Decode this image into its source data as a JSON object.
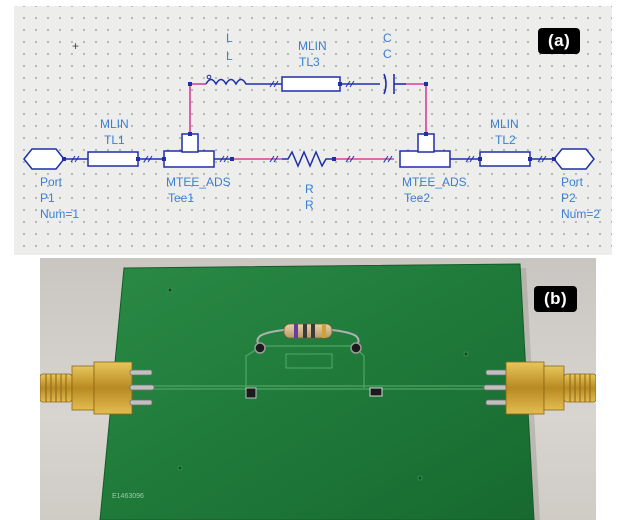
{
  "panel_a": {
    "badge": "(a)",
    "labels": {
      "mlin_tl1_type": "MLIN",
      "mlin_tl1_name": "TL1",
      "mlin_tl3_type": "MLIN",
      "mlin_tl3_name": "TL3",
      "mlin_tl2_type": "MLIN",
      "mlin_tl2_name": "TL2",
      "inductor_type": "L",
      "inductor_name": "L",
      "capacitor_type": "C",
      "capacitor_name": "C",
      "resistor_type": "R",
      "resistor_name": "R",
      "tee1_type": "MTEE_ADS",
      "tee1_name": "Tee1",
      "tee2_type": "MTEE_ADS",
      "tee2_name": "Tee2",
      "port1_type": "Port",
      "port1_name": "P1",
      "port1_num": "Num=1",
      "port2_type": "Port",
      "port2_name": "P2",
      "port2_num": "Num=2"
    },
    "colors": {
      "wire": "#d8409a",
      "component": "#1e2fa8",
      "label": "#3a7fd3"
    }
  },
  "panel_b": {
    "badge": "(b)",
    "board_label": "E1463096",
    "colors": {
      "pcb": "#1f7a3a",
      "connector": "#c9a23a",
      "background": "#cfcbc5"
    }
  }
}
